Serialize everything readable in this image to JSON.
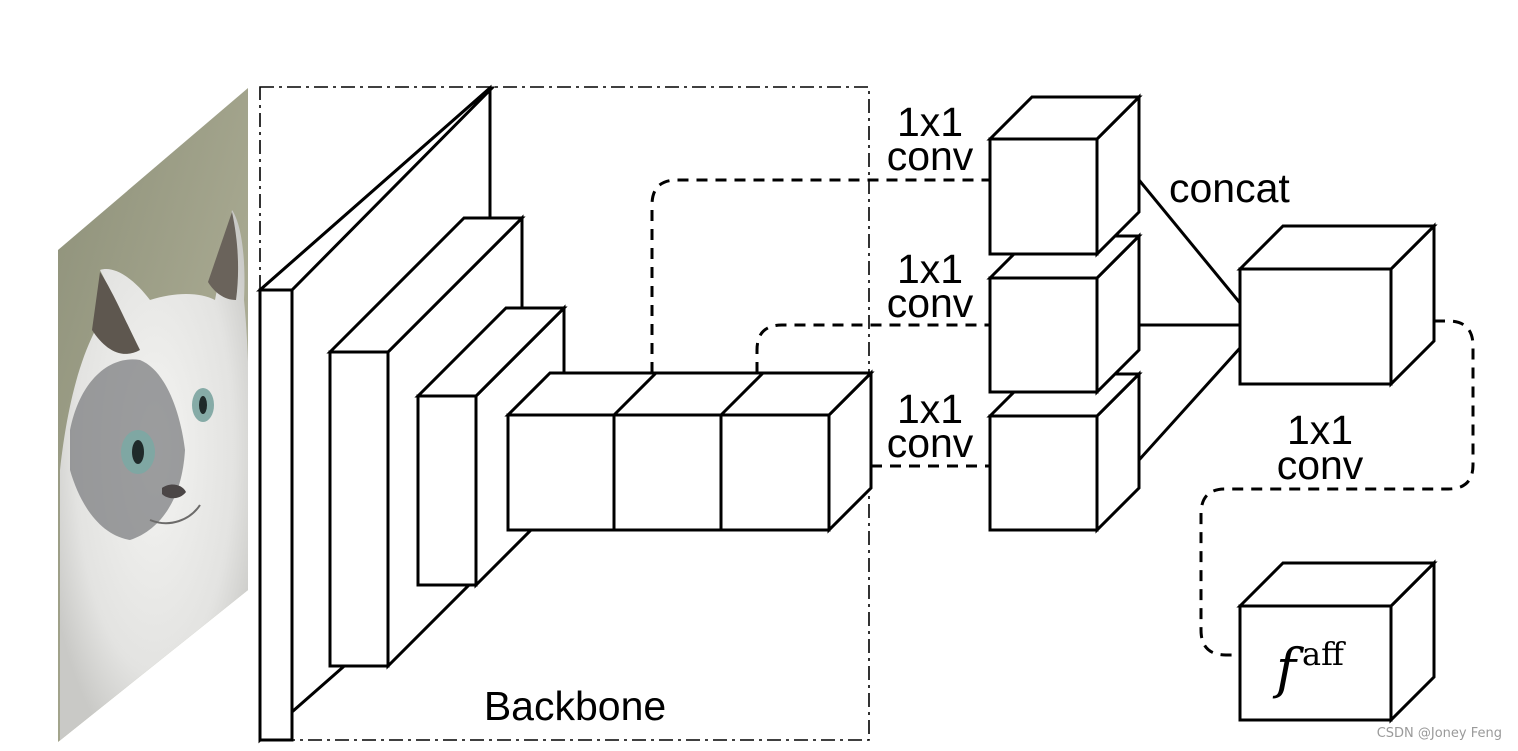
{
  "labels": {
    "conv_1x1": "1x1",
    "conv_word": "conv",
    "concat": "concat",
    "backbone": "Backbone",
    "output_symbol": "f",
    "output_superscript": "aff"
  },
  "watermark": "CSDN @Joney Feng",
  "colors": {
    "stroke": "#000000",
    "background": "#ffffff",
    "watermark": "#9a9a9a"
  },
  "image": {
    "subject": "cat-photo"
  }
}
